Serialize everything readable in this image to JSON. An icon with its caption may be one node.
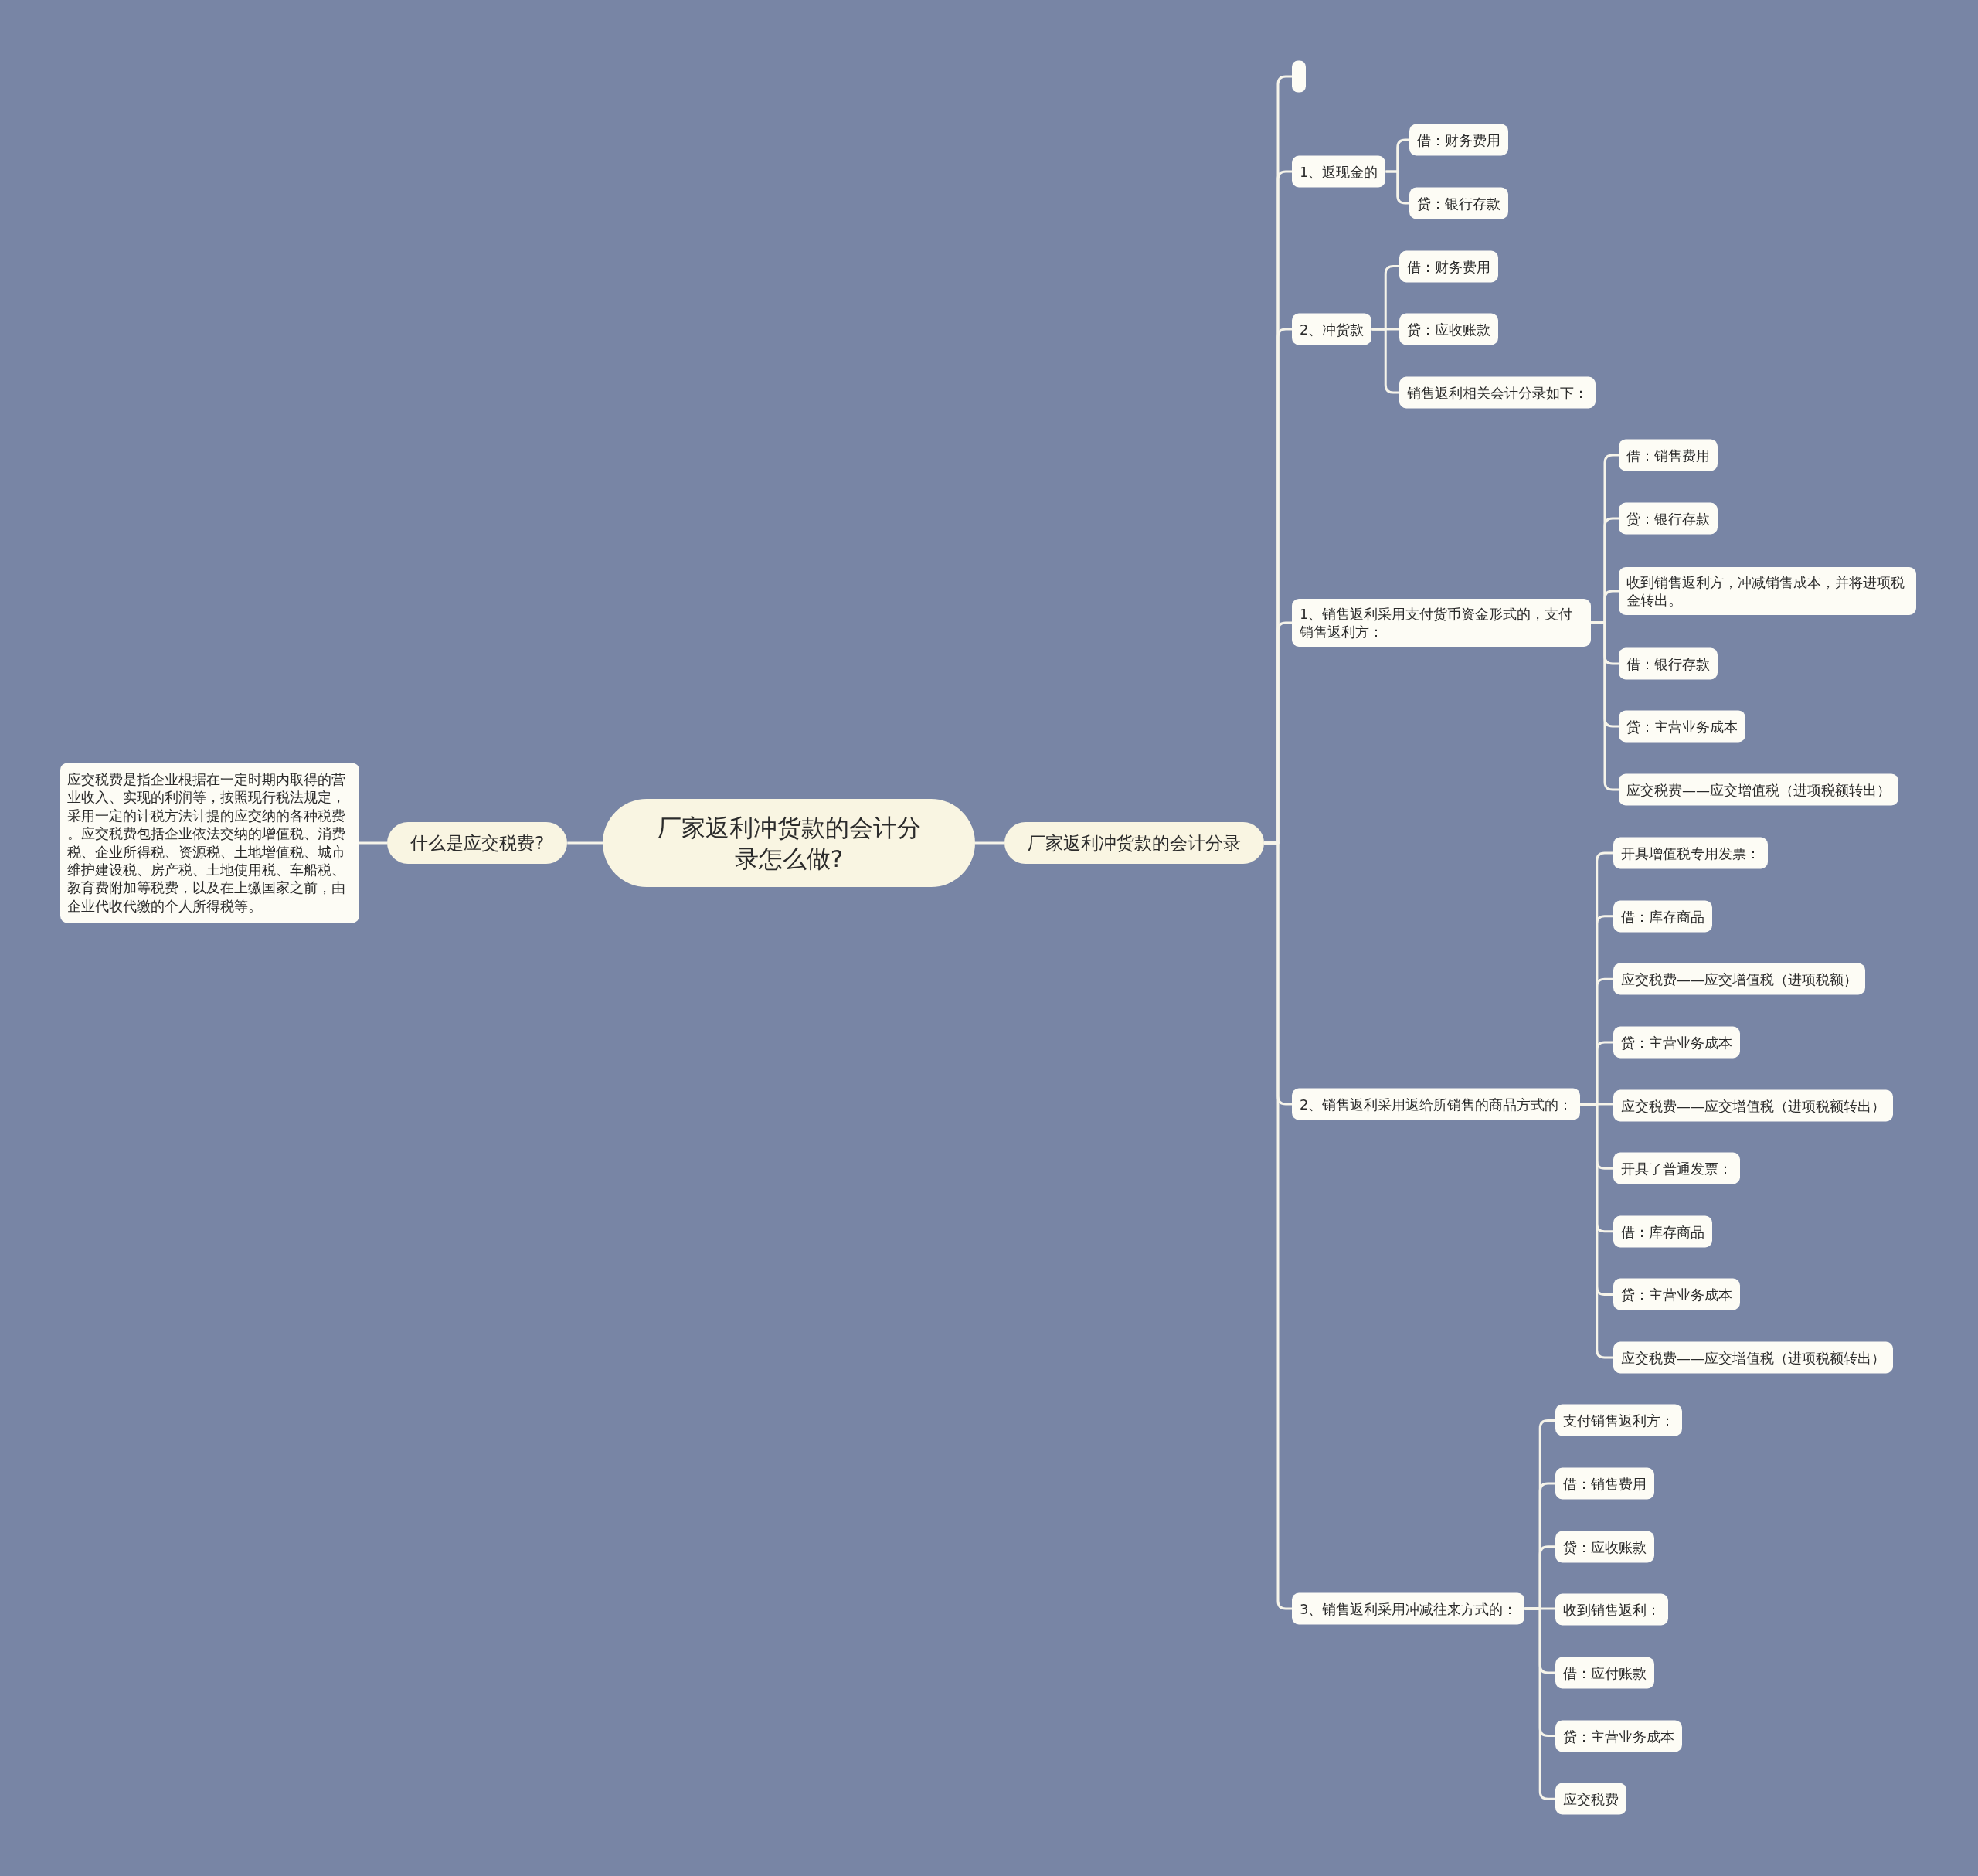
{
  "diagram": {
    "nodes": [
      {
        "text": [
          "厂家返利冲货款的会计分录怎么做?"
        ]
      },
      {
        "text": [
          "什么是应交税费?"
        ]
      },
      {
        "text": [
          "应交税费是指企业根据在一定时期内取得的营业收入、实现的利润等，按照现行税法规定，采用一定的计税方法计提的应交纳的各种税费。应交税费包括企业依法交纳的增值税、消费税、企业所得税、资源税、土地增值税、城市维护建设税、房产税、土地使用税、车船税、教育费附加等税费，以及在上缴国家之前，由企业代收代缴的个人所得税等。"
        ]
      },
      {
        "text": [
          "厂家返利冲货款的会计分录"
        ]
      },
      {
        "text": [],
        "shape": "box"
      },
      {
        "text": [
          "1、返现金的"
        ]
      },
      {
        "text": [
          "借：财务费用"
        ]
      },
      {
        "text": [
          "贷：银行存款"
        ]
      },
      {
        "text": [
          "2、冲货款"
        ]
      },
      {
        "text": [
          "借：财务费用"
        ]
      },
      {
        "text": [
          "贷：应收账款"
        ]
      },
      {
        "text": [
          "销售返利相关会计分录如下："
        ]
      },
      {
        "text": [
          "1、销售返利采用支付货币资金形式的，支付销售返利方："
        ]
      },
      {
        "text": [
          "借：销售费用"
        ]
      },
      {
        "text": [
          "贷：银行存款"
        ]
      },
      {
        "text": [
          "收到销售返利方，冲减销售成本，并将进项税金转出。"
        ]
      },
      {
        "text": [
          "借：银行存款"
        ]
      },
      {
        "text": [
          "贷：主营业务成本"
        ]
      },
      {
        "text": [
          "应交税费——应交增值税（进项税额转出）"
        ]
      },
      {
        "text": [
          "2、销售返利采用返给所销售的商品方式的："
        ]
      },
      {
        "text": [
          "开具增值税专用发票："
        ]
      },
      {
        "text": [
          "借：库存商品"
        ]
      },
      {
        "text": [
          "应交税费——应交增值税（进项税额）"
        ]
      },
      {
        "text": [
          "贷：主营业务成本"
        ]
      },
      {
        "text": [
          "应交税费——应交增值税（进项税额转出）"
        ]
      },
      {
        "text": [
          "开具了普通发票："
        ]
      },
      {
        "text": [
          "借：库存商品"
        ]
      },
      {
        "text": [
          "贷：主营业务成本"
        ]
      },
      {
        "text": [
          "应交税费——应交增值税（进项税额转出）"
        ]
      },
      {
        "text": [
          "3、销售返利采用冲减往来方式的："
        ]
      },
      {
        "text": [
          "支付销售返利方："
        ]
      },
      {
        "text": [
          "借：销售费用"
        ]
      },
      {
        "text": [
          "贷：应收账款"
        ]
      },
      {
        "text": [
          "收到销售返利："
        ]
      },
      {
        "text": [
          "借：应付账款"
        ]
      },
      {
        "text": [
          "贷：主营业务成本"
        ]
      },
      {
        "text": [
          "应交税费"
        ]
      }
    ],
    "edges": [
      {
        "from": 0,
        "to": 1,
        "arrow": "none"
      },
      {
        "from": 1,
        "to": 2,
        "arrow": "none"
      },
      {
        "from": 0,
        "to": 3,
        "arrow": "none"
      },
      {
        "from": 3,
        "to": 4,
        "arrow": "none"
      },
      {
        "from": 3,
        "to": 5,
        "arrow": "none"
      },
      {
        "from": 5,
        "to": 6,
        "arrow": "none"
      },
      {
        "from": 5,
        "to": 7,
        "arrow": "none"
      },
      {
        "from": 3,
        "to": 8,
        "arrow": "none"
      },
      {
        "from": 8,
        "to": 9,
        "arrow": "none"
      },
      {
        "from": 8,
        "to": 10,
        "arrow": "none"
      },
      {
        "from": 8,
        "to": 11,
        "arrow": "none"
      },
      {
        "from": 3,
        "to": 12,
        "arrow": "none"
      },
      {
        "from": 12,
        "to": 13,
        "arrow": "none"
      },
      {
        "from": 12,
        "to": 14,
        "arrow": "none"
      },
      {
        "from": 12,
        "to": 15,
        "arrow": "none"
      },
      {
        "from": 12,
        "to": 16,
        "arrow": "none"
      },
      {
        "from": 12,
        "to": 17,
        "arrow": "none"
      },
      {
        "from": 12,
        "to": 18,
        "arrow": "none"
      },
      {
        "from": 3,
        "to": 19,
        "arrow": "none"
      },
      {
        "from": 19,
        "to": 20,
        "arrow": "none"
      },
      {
        "from": 19,
        "to": 21,
        "arrow": "none"
      },
      {
        "from": 19,
        "to": 22,
        "arrow": "none"
      },
      {
        "from": 19,
        "to": 23,
        "arrow": "none"
      },
      {
        "from": 19,
        "to": 24,
        "arrow": "none"
      },
      {
        "from": 19,
        "to": 25,
        "arrow": "none"
      },
      {
        "from": 19,
        "to": 26,
        "arrow": "none"
      },
      {
        "from": 19,
        "to": 27,
        "arrow": "none"
      },
      {
        "from": 19,
        "to": 28,
        "arrow": "none"
      },
      {
        "from": 3,
        "to": 29,
        "arrow": "none"
      },
      {
        "from": 29,
        "to": 30,
        "arrow": "none"
      },
      {
        "from": 29,
        "to": 31,
        "arrow": "none"
      },
      {
        "from": 29,
        "to": 32,
        "arrow": "none"
      },
      {
        "from": 29,
        "to": 33,
        "arrow": "none"
      },
      {
        "from": 29,
        "to": 34,
        "arrow": "none"
      },
      {
        "from": 29,
        "to": 35,
        "arrow": "none"
      },
      {
        "from": 29,
        "to": 36,
        "arrow": "none"
      }
    ]
  }
}
